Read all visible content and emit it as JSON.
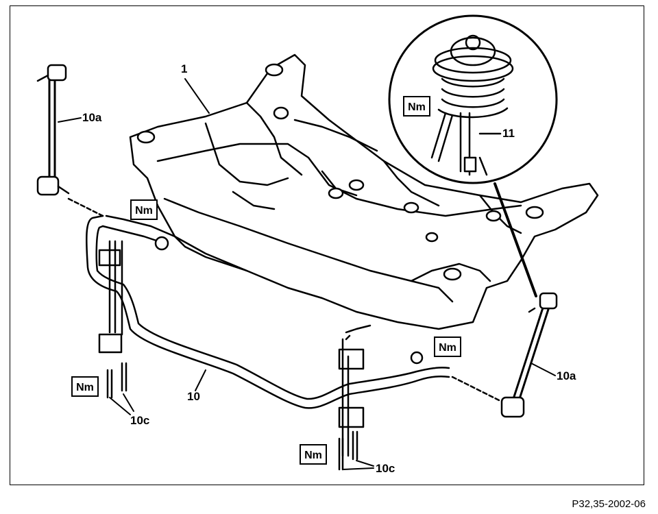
{
  "labels": {
    "part_1": "1",
    "part_10": "10",
    "part_10a_left": "10a",
    "part_10a_right": "10a",
    "part_10c_left": "10c",
    "part_10c_right": "10c",
    "part_11": "11"
  },
  "torque_boxes": {
    "nm_top": "Nm",
    "nm_inset": "Nm",
    "nm_right": "Nm",
    "nm_left": "Nm",
    "nm_bottom": "Nm"
  },
  "reference_code": "P32,35-2002-06"
}
